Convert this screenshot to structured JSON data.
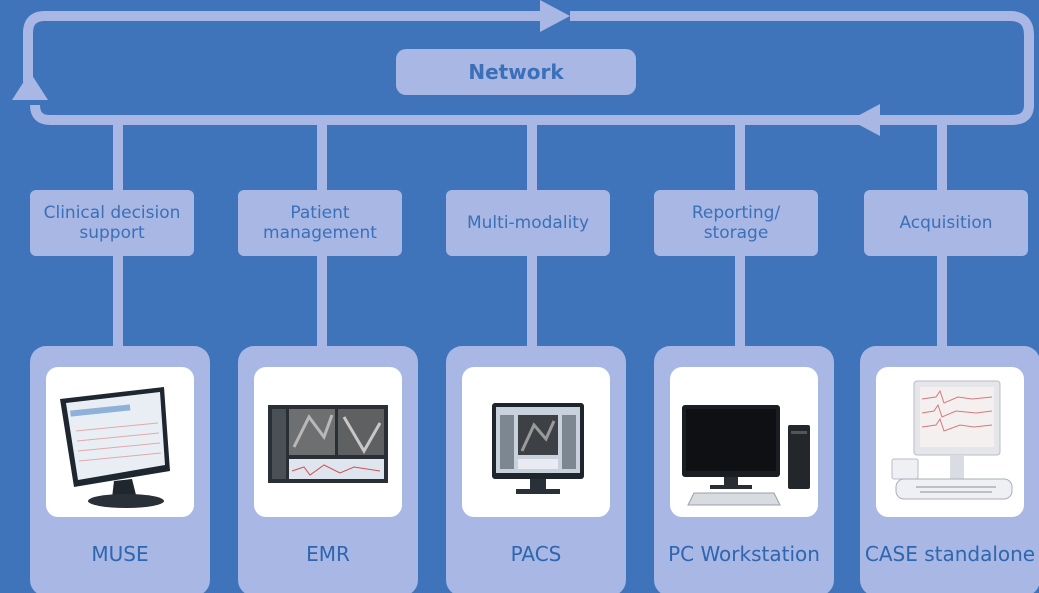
{
  "network": {
    "label": "Network"
  },
  "categories": [
    {
      "label": "Clinical decision support"
    },
    {
      "label": "Patient management"
    },
    {
      "label": "Multi-modality"
    },
    {
      "label": "Reporting/ storage"
    },
    {
      "label": "Acquisition"
    }
  ],
  "systems": [
    {
      "label": "MUSE",
      "icon": "monitor-icon"
    },
    {
      "label": "EMR",
      "icon": "emr-screen-icon"
    },
    {
      "label": "PACS",
      "icon": "pacs-monitor-icon"
    },
    {
      "label": "PC Workstation",
      "icon": "pc-workstation-icon"
    },
    {
      "label": "CASE standalone",
      "icon": "ecg-cart-icon"
    }
  ],
  "colors": {
    "background": "#3f74bb",
    "pill": "#a8b7e3",
    "text": "#3b70b8"
  }
}
